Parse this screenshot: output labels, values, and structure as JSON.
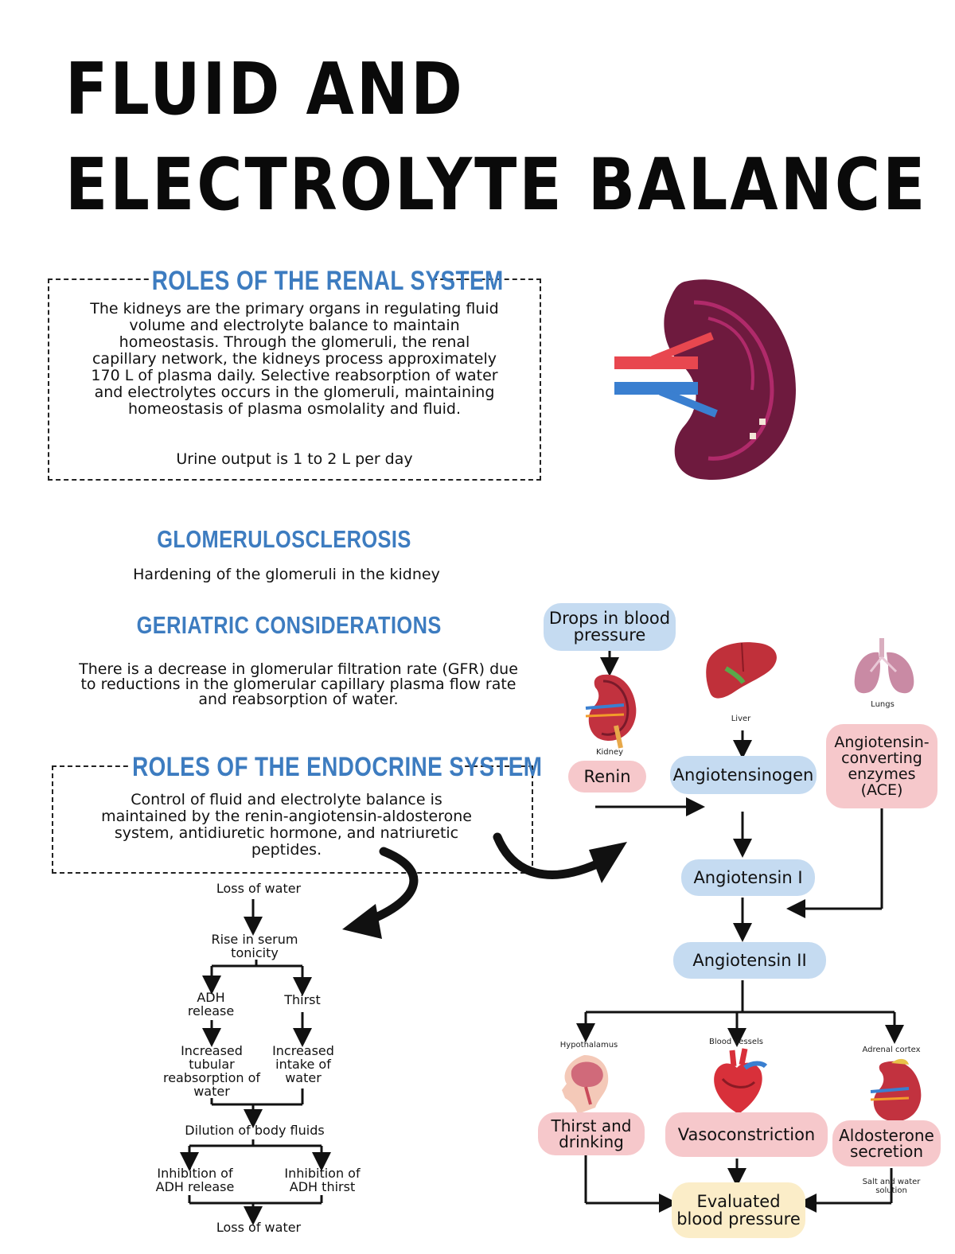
{
  "title": {
    "line1": "FLUID AND",
    "line2": "ELECTROLYTE BALANCE"
  },
  "renal": {
    "heading": "ROLES OF THE RENAL SYSTEM",
    "body": "The kidneys are the primary organs in regulating fluid volume and electrolyte balance to maintain homeostasis. Through the glomeruli, the renal capillary network, the kidneys process approximately 170 L of plasma daily. Selective reabsorption of water and electrolytes occurs in the glomeruli, maintaining homeostasis of plasma osmolality and fluid.",
    "urine": "Urine output is 1 to 2 L per day"
  },
  "glomerulosclerosis": {
    "heading": "GLOMERULOSCLEROSIS",
    "body": "Hardening of the glomeruli in the kidney"
  },
  "geriatric": {
    "heading": "GERIATRIC CONSIDERATIONS",
    "body": "There is a decrease in glomerular filtration rate (GFR) due to reductions in the glomerular capillary plasma flow rate and reabsorption of water."
  },
  "endocrine": {
    "heading": "ROLES OF THE ENDOCRINE SYSTEM",
    "body": "Control of fluid and electrolyte balance is maintained by the renin-angiotensin-aldosterone system, antidiuretic hormone, and natriuretic peptides."
  },
  "adh_flow": {
    "loss_water_top": "Loss of water",
    "rise_serum": "Rise in serum tonicity",
    "adh_release": "ADH release",
    "thirst": "Thirst",
    "increased_tubular": "Increased tubular reabsorption of water",
    "increased_intake": "Increased intake of water",
    "dilution": "Dilution of body fluids",
    "inhibition_release": "Inhibition of ADH release",
    "inhibition_thirst": "Inhibition of ADH thirst",
    "loss_water_bottom": "Loss of water"
  },
  "raas": {
    "drops_bp": "Drops in blood pressure",
    "kidney_label": "Kidney",
    "liver_label": "Liver",
    "lungs_label": "Lungs",
    "renin": "Renin",
    "angiotensinogen": "Angiotensinogen",
    "ace": "Angiotensin-converting enzymes (ACE)",
    "angiotensin1": "Angiotensin I",
    "angiotensin2": "Angiotensin II",
    "hypothalamus_label": "Hypothalamus",
    "blood_vessels_label": "Blood vessels",
    "adrenal_label": "Adrenal cortex",
    "thirst_drinking": "Thirst and drinking",
    "vasoconstriction": "Vasoconstriction",
    "aldosterone": "Aldosterone secretion",
    "salt_water": "Salt and water solution",
    "evaluated_bp": "Evaluated blood pressure"
  },
  "colors": {
    "heading_blue": "#3d7cc0",
    "pill_blue": "#c5dbf1",
    "pill_pink": "#f6c8cb",
    "pill_cream": "#fbedc8",
    "kidney_purple": "#6e1a3e"
  }
}
